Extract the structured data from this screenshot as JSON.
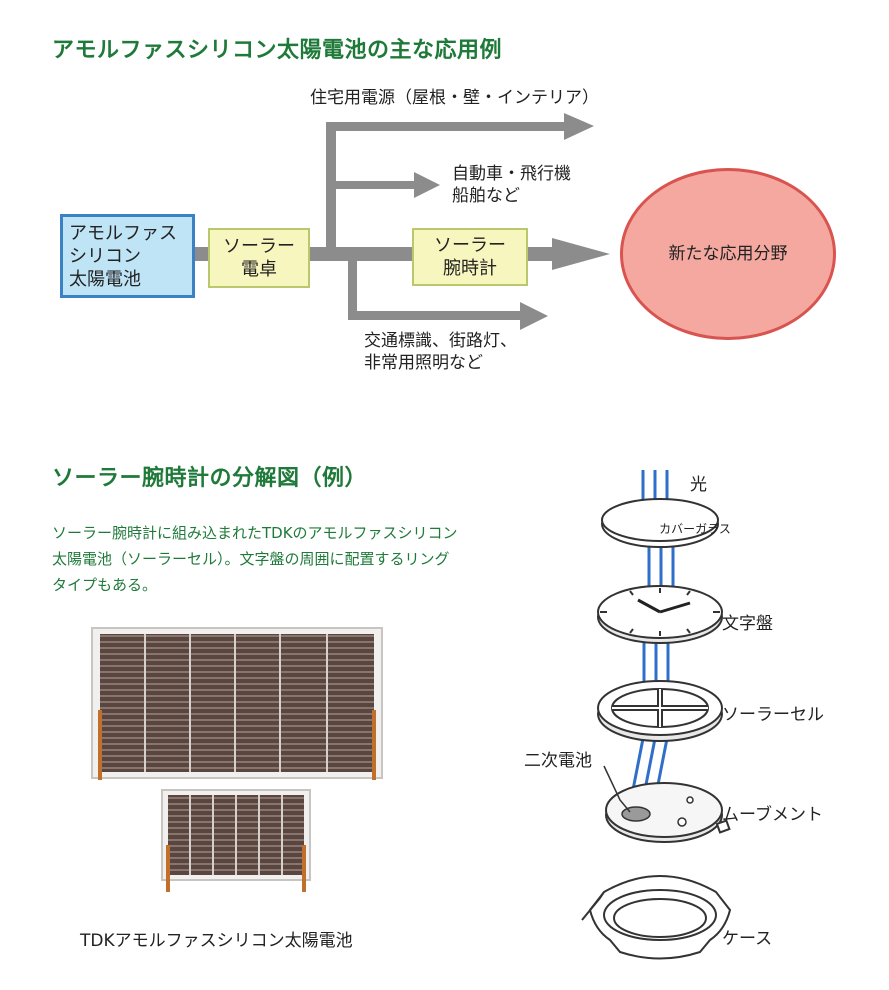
{
  "section1": {
    "title": "アモルファスシリコン太陽電池の主な応用例",
    "source_box": "アモルファス\nシリコン\n太陽電池",
    "solar_calc_box": "ソーラー\n電卓",
    "solar_watch_box": "ソーラー\n腕時計",
    "new_field": "新たな応用分野",
    "branch_housing": "住宅用電源（屋根・壁・インテリア）",
    "branch_vehicles": "自動車・飛行機\n船舶など",
    "branch_traffic": "交通標識、街路灯、\n非常用照明など"
  },
  "section2": {
    "title": "ソーラー腕時計の分解図（例）",
    "description": "ソーラー腕時計に組み込まれたTDKのアモルファスシリコン\n太陽電池（ソーラーセル）。文字盤の周囲に配置するリング\nタイプもある。",
    "panel_caption": "TDKアモルファスシリコン太陽電池",
    "labels": {
      "light": "光",
      "cover_glass": "カバーガラス",
      "dial": "文字盤",
      "solar_cell": "ソーラーセル",
      "secondary_battery": "二次電池",
      "movement": "ムーブメント",
      "case": "ケース"
    }
  },
  "colors": {
    "heading_green": "#1f7a3a",
    "arrow_gray": "#8c8c8c",
    "source_box_fill": "#bfe4f5",
    "source_box_border": "#3b82c4",
    "yellow_box_fill": "#f8f6bf",
    "circle_fill": "#f4a8a0",
    "circle_border": "#d9534f",
    "light_ray_blue": "#2f6fc9"
  }
}
